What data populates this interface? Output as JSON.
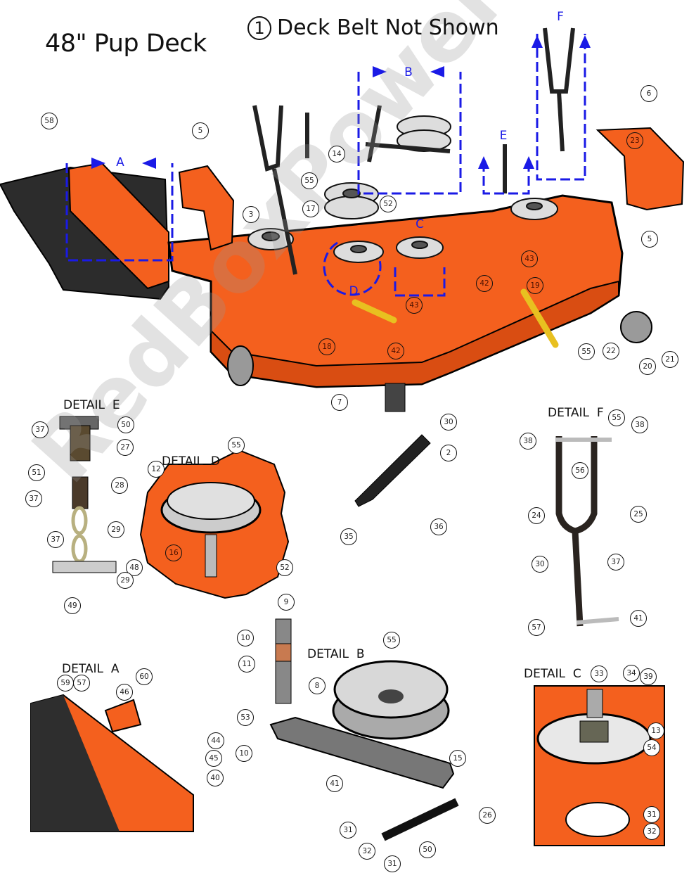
{
  "title": "48\" Pup Deck",
  "note": {
    "number": "1",
    "text": "Deck Belt Not Shown"
  },
  "watermark": "RedBoxPowerParts.com",
  "colors": {
    "deck": "#f4601e",
    "detail_markers": "#1a1ae6",
    "highlight_callout": "#f4601e"
  },
  "section_markers": [
    "A",
    "B",
    "C",
    "D",
    "E",
    "F"
  ],
  "detail_titles": {
    "E": "DETAIL  E",
    "D": "DETAIL  D",
    "F": "DETAIL  F",
    "A": "DETAIL  A",
    "B": "DETAIL  B",
    "C": "DETAIL  C"
  },
  "callouts": {
    "main": [
      {
        "num": "58"
      },
      {
        "num": "5"
      },
      {
        "num": "3"
      },
      {
        "num": "14"
      },
      {
        "num": "55"
      },
      {
        "num": "17"
      },
      {
        "num": "52"
      },
      {
        "num": "6"
      },
      {
        "num": "23",
        "style": "orange"
      },
      {
        "num": "5"
      },
      {
        "num": "43",
        "style": "orange"
      },
      {
        "num": "42",
        "style": "orange"
      },
      {
        "num": "19",
        "style": "orange"
      },
      {
        "num": "43",
        "style": "orange"
      },
      {
        "num": "18",
        "style": "orange"
      },
      {
        "num": "42",
        "style": "orange"
      },
      {
        "num": "55"
      },
      {
        "num": "22"
      },
      {
        "num": "20"
      },
      {
        "num": "21"
      },
      {
        "num": "7"
      },
      {
        "num": "30"
      },
      {
        "num": "2"
      },
      {
        "num": "36"
      },
      {
        "num": "35"
      }
    ],
    "detail_e": [
      {
        "num": "37"
      },
      {
        "num": "50"
      },
      {
        "num": "27"
      },
      {
        "num": "51"
      },
      {
        "num": "28"
      },
      {
        "num": "37"
      },
      {
        "num": "29"
      },
      {
        "num": "37"
      },
      {
        "num": "48"
      },
      {
        "num": "29"
      },
      {
        "num": "49"
      }
    ],
    "detail_d": [
      {
        "num": "55"
      },
      {
        "num": "12"
      },
      {
        "num": "16",
        "style": "orange"
      },
      {
        "num": "52"
      }
    ],
    "detail_f": [
      {
        "num": "55"
      },
      {
        "num": "38"
      },
      {
        "num": "38"
      },
      {
        "num": "56"
      },
      {
        "num": "24"
      },
      {
        "num": "25"
      },
      {
        "num": "30"
      },
      {
        "num": "37"
      },
      {
        "num": "57"
      },
      {
        "num": "41"
      }
    ],
    "detail_b": [
      {
        "num": "9"
      },
      {
        "num": "10"
      },
      {
        "num": "11"
      },
      {
        "num": "55"
      },
      {
        "num": "8"
      },
      {
        "num": "53"
      },
      {
        "num": "10"
      },
      {
        "num": "15"
      },
      {
        "num": "41"
      },
      {
        "num": "26"
      },
      {
        "num": "31"
      },
      {
        "num": "32"
      },
      {
        "num": "31"
      },
      {
        "num": "50"
      }
    ],
    "detail_a": [
      {
        "num": "59"
      },
      {
        "num": "57"
      },
      {
        "num": "60"
      },
      {
        "num": "46"
      },
      {
        "num": "44"
      },
      {
        "num": "45"
      },
      {
        "num": "40"
      }
    ],
    "detail_c": [
      {
        "num": "33"
      },
      {
        "num": "34"
      },
      {
        "num": "39"
      },
      {
        "num": "13"
      },
      {
        "num": "54"
      },
      {
        "num": "31"
      },
      {
        "num": "32"
      }
    ]
  }
}
